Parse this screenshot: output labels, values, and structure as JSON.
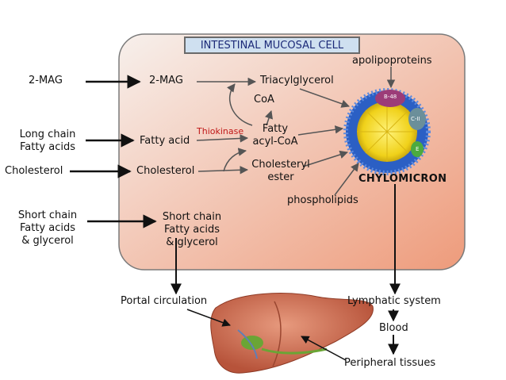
{
  "title": "INTESTINAL MUCOSAL CELL",
  "outside_inputs": {
    "mag": "2-MAG",
    "long_chain": [
      "Long chain",
      "Fatty acids"
    ],
    "cholesterol": "Cholesterol",
    "short_chain": [
      "Short chain",
      "Fatty acids",
      "& glycerol"
    ]
  },
  "cell_nodes": {
    "mag": "2-MAG",
    "fatty_acid": "Fatty acid",
    "cholesterol": "Cholesterol",
    "short_chain": [
      "Short chain",
      "Fatty acids",
      "& glycerol"
    ],
    "triacylglycerol": "Triacylglycerol",
    "coa": "CoA",
    "thiokinase": "Thiokinase",
    "fatty_acyl_coa": [
      "Fatty",
      "acyl-CoA"
    ],
    "cholesteryl_ester": [
      "Cholesteryl",
      "ester"
    ],
    "apolipoproteins": "apolipoproteins",
    "chylomicron": "CHYLOMICRON",
    "phospholipids": "phospholipids"
  },
  "destinations": {
    "portal": "Portal circulation",
    "lymphatic": "Lymphatic system",
    "blood": "Blood",
    "peripheral": "Peripheral tissues"
  },
  "apo_labels": [
    "B-48",
    "C-II",
    "E"
  ],
  "colors": {
    "cell_fill_top": "#f4e9e3",
    "cell_fill_bottom": "#ef9e7f",
    "title_box": "#cfe0f0",
    "title_text": "#1c2a78",
    "thiokinase": "#c01818",
    "chylomicron_core": "#f2d21c",
    "chylomicron_shell": "#2b5fc4",
    "liver": "#c96a4e"
  }
}
